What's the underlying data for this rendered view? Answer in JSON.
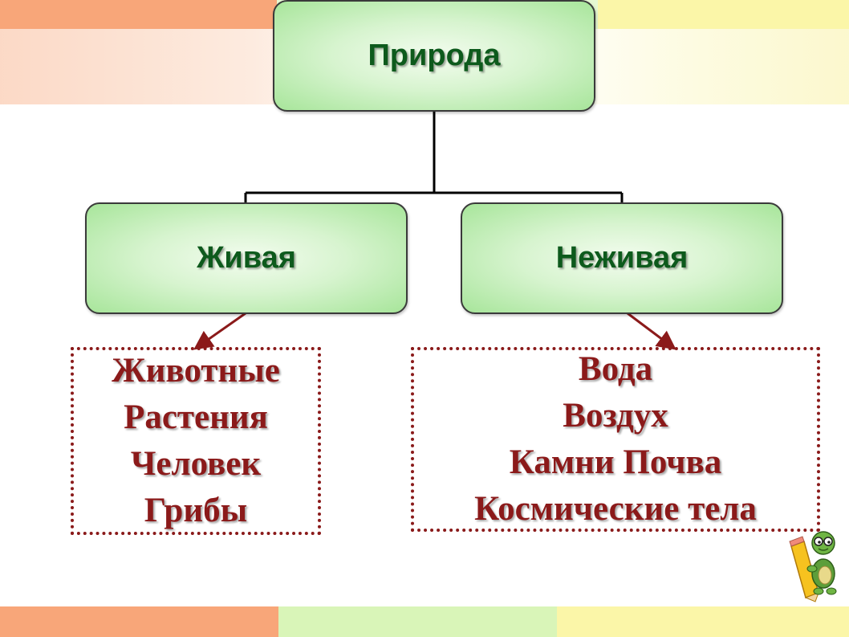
{
  "colors": {
    "node_text": "#0d5a1c",
    "list_text": "#8b1a1a",
    "strip_orange": "#f8a679",
    "strip_green": "#d9f5b8",
    "strip_yellow": "#fbf6a8"
  },
  "root": {
    "label": "Природа"
  },
  "branches": [
    {
      "label": "Живая",
      "items": [
        "Животные",
        "Растения",
        "Человек",
        "Грибы"
      ]
    },
    {
      "label": "Неживая",
      "items": [
        "Вода",
        "Воздух",
        "Камни Почва",
        "Космические тела"
      ]
    }
  ],
  "decoration": {
    "mascot_icon": "turtle-with-pencil-icon"
  }
}
